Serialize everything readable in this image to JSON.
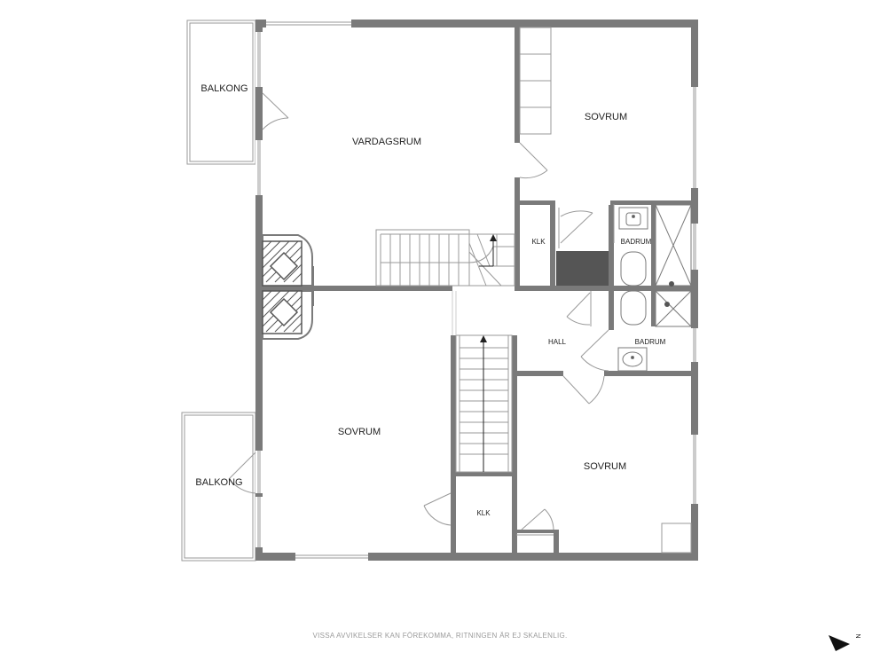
{
  "rooms": {
    "balkong_top": "BALKONG",
    "vardagsrum": "VARDAGSRUM",
    "sovrum_top": "SOVRUM",
    "klk_top": "KLK",
    "badrum_top": "BADRUM",
    "hall": "HALL",
    "badrum_mid": "BADRUM",
    "sovrum_left": "SOVRUM",
    "sovrum_right": "SOVRUM",
    "balkong_bottom": "BALKONG",
    "klk_bottom": "KLK"
  },
  "footer": {
    "disclaimer": "VISSA AVVIKELSER KAN FÖREKOMMA, RITNINGEN ÄR EJ SKALENLIG."
  },
  "compass": {
    "label": "N"
  },
  "colors": {
    "wall": "#7a7a7a",
    "dark_fill": "#555555",
    "line": "#9a9a9a",
    "background": "#ffffff"
  }
}
